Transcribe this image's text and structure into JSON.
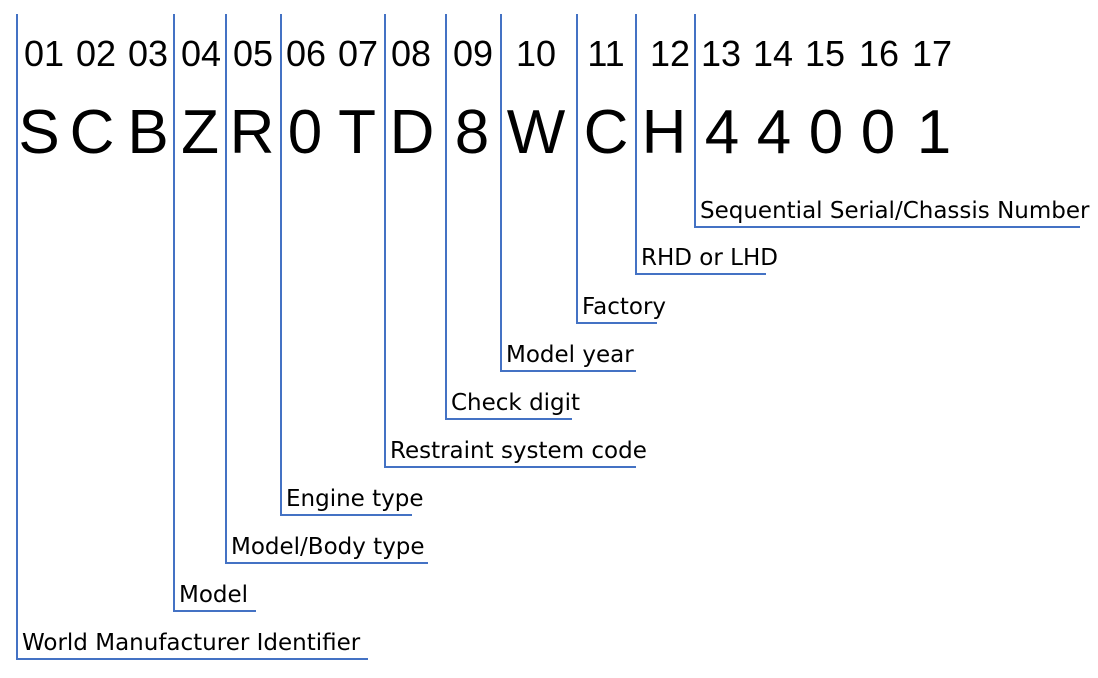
{
  "positions": [
    "01",
    "02",
    "03",
    "04",
    "05",
    "06",
    "07",
    "08",
    "09",
    "10",
    "11",
    "12",
    "13",
    "14",
    "15",
    "16",
    "17"
  ],
  "vin": [
    "S",
    "C",
    "B",
    "Z",
    "R",
    "0",
    "T",
    "D",
    "8",
    "W",
    "C",
    "H",
    "4",
    "4",
    "0",
    "0",
    "1"
  ],
  "segments": [
    {
      "label": "World Manufacturer Identifier"
    },
    {
      "label": "Model"
    },
    {
      "label": "Model/Body type"
    },
    {
      "label": "Engine type"
    },
    {
      "label": "Restraint system code"
    },
    {
      "label": "Check digit"
    },
    {
      "label": "Model year"
    },
    {
      "label": "Factory"
    },
    {
      "label": "RHD or LHD"
    },
    {
      "label": "Sequential Serial/Chassis Number"
    }
  ],
  "colors": {
    "leader_line": "#4472C4",
    "text": "#000000",
    "background": "#ffffff"
  }
}
